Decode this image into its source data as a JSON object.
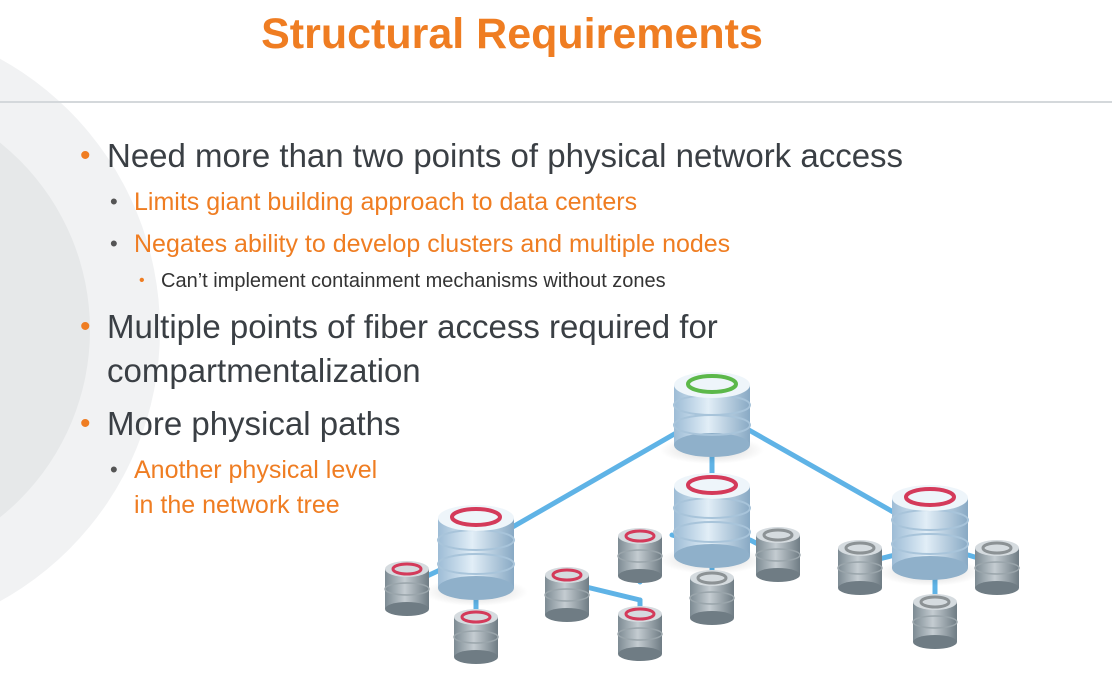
{
  "slide": {
    "title": "Structural Requirements",
    "bullets": [
      {
        "level": 1,
        "text": "Need more than two points of physical network access"
      },
      {
        "level": 2,
        "text": "Limits giant building approach to data centers"
      },
      {
        "level": 2,
        "text": "Negates ability to develop clusters and multiple nodes"
      },
      {
        "level": 3,
        "text": "Can’t implement containment mechanisms without zones"
      },
      {
        "level": 1,
        "text": "Multiple points of fiber access required for",
        "text2": "compartmentalization"
      },
      {
        "level": 1,
        "text": "More physical paths"
      },
      {
        "level": 2,
        "text": "Another physical level",
        "text2": "in the network tree"
      }
    ]
  },
  "colors": {
    "accent_orange": "#ef7d22",
    "body_text": "#3a3f44",
    "rule": "#d4d8db",
    "link_line": "#5fb3e6",
    "root_ring": "#5cb84a",
    "node_ring": "#d43a5a",
    "leaf_ring": "#8c9295"
  },
  "diagram": {
    "description_icons": [
      "database-root-icon",
      "database-node-icon",
      "database-leaf-icon"
    ]
  }
}
